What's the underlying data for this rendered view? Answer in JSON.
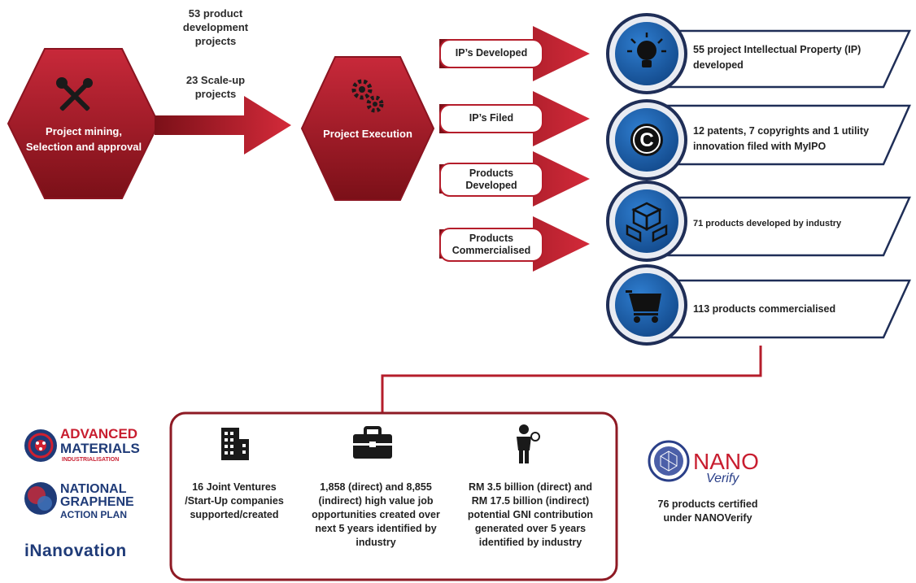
{
  "colors": {
    "crimson": "#b51d2b",
    "dark_red": "#7b1018",
    "navy": "#1f2e57",
    "blue": "#1a5da8",
    "text": "#2b2b2b"
  },
  "flow": {
    "start_label": "Project mining, Selection and approval",
    "top_note_1": "53 product development projects",
    "top_note_2": "23 Scale-up projects",
    "execution_label": "Project Execution"
  },
  "categories": [
    {
      "label": "IP’s Developed",
      "icon": "lightbulb-icon",
      "result": "55 project Intellectual Property (IP) developed"
    },
    {
      "label": "IP’s Filed",
      "icon": "copyright-icon",
      "result": "12 patents, 7 copyrights and 1 utility innovation filed with MyIPO"
    },
    {
      "label": "Products Developed",
      "icon": "boxes-icon",
      "result": "71 products developed by industry"
    },
    {
      "label": "Products Commercialised",
      "icon": "shopping-cart-icon",
      "result": "113 products commercialised"
    }
  ],
  "impacts": [
    {
      "icon": "building-icon",
      "text": "16 Joint Ventures /Start-Up companies supported/created"
    },
    {
      "icon": "briefcase-icon",
      "text": "1,858 (direct) and 8,855 (indirect) high value job opportunities created over next 5 years identified by industry"
    },
    {
      "icon": "businessman-icon",
      "text": "RM 3.5 billion (direct) and RM 17.5 billion (indirect) potential GNI contribution generated over 5 years identified by industry"
    }
  ],
  "logos": {
    "advanced_materials_line1": "ADVANCED",
    "advanced_materials_line2": "MATERIALS",
    "advanced_materials_line3": "INDUSTRIALISATION",
    "graphene_line1": "NATIONAL",
    "graphene_line2": "GRAPHENE",
    "graphene_line3": "ACTION PLAN",
    "inanovation_text": "iNanovation",
    "nano_line1": "NANO",
    "nano_line2": "Verify"
  },
  "nanoverify_note": "76 products certified under NANOVerify"
}
